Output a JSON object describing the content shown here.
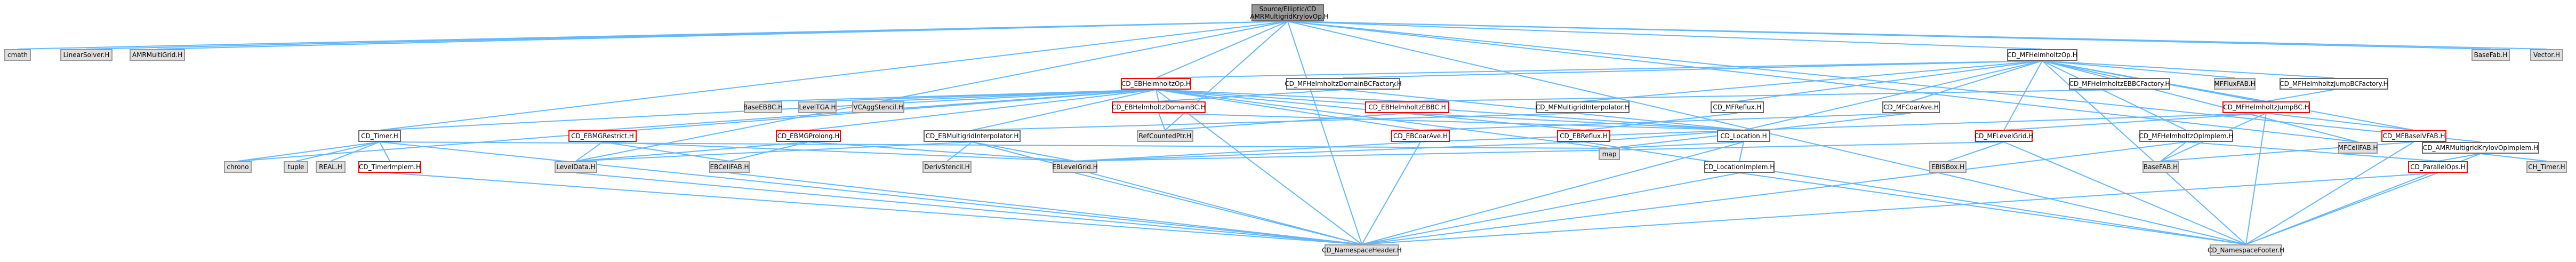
{
  "graph": {
    "colors": {
      "edge": "#63b8ff",
      "root_fill": "#999999",
      "node_fill": "#e0e0e0",
      "node_border": "#999999",
      "cyclic_border": "#ff0000"
    },
    "nodes": [
      {
        "id": "root",
        "label": "Source/Elliptic/CD\n_AMRMultigridKrylovOp.H",
        "kind": "root"
      },
      {
        "id": "cmath",
        "label": "cmath",
        "kind": "external"
      },
      {
        "id": "linearsolver",
        "label": "LinearSolver.H",
        "kind": "external"
      },
      {
        "id": "amrmultigrid",
        "label": "AMRMultiGrid.H",
        "kind": "external"
      },
      {
        "id": "mfhelmholtzop",
        "label": "CD_MFHelmholtzOp.H",
        "kind": "plain"
      },
      {
        "id": "ebhelmholtzop",
        "label": "CD_EBHelmholtzOp.H",
        "kind": "link"
      },
      {
        "id": "mfhelmdomainbcfac",
        "label": "CD_MFHelmholtzDomainBCFactory.H",
        "kind": "plain"
      },
      {
        "id": "mfhelmebbcfac",
        "label": "CD_MFHelmholtzEBBCFactory.H",
        "kind": "plain"
      },
      {
        "id": "mffluxfab",
        "label": "MFFluxFAB.H",
        "kind": "external"
      },
      {
        "id": "mfhelmjumpbcfac",
        "label": "CD_MFHelmholtzJumpBCFactory.H",
        "kind": "plain"
      },
      {
        "id": "basefab",
        "label": "BaseFab.H",
        "kind": "external"
      },
      {
        "id": "vector",
        "label": "Vector.H",
        "kind": "external"
      },
      {
        "id": "baseebbc",
        "label": "BaseEBBC.H",
        "kind": "external"
      },
      {
        "id": "leveltga",
        "label": "LevelTGA.H",
        "kind": "external"
      },
      {
        "id": "vcaggstencil",
        "label": "VCAggStencil.H",
        "kind": "external"
      },
      {
        "id": "ebhelmdomainbc",
        "label": "CD_EBHelmholtzDomainBC.H",
        "kind": "link"
      },
      {
        "id": "ebhelmebbc",
        "label": "CD_EBHelmholtzEBBC.H",
        "kind": "link"
      },
      {
        "id": "mfmultigridinterp",
        "label": "CD_MFMultigridInterpolator.H",
        "kind": "plain"
      },
      {
        "id": "mfreflux",
        "label": "CD_MFReflux.H",
        "kind": "plain"
      },
      {
        "id": "mfcoarave",
        "label": "CD_MFCoarAve.H",
        "kind": "plain"
      },
      {
        "id": "mfhelmjumpbc",
        "label": "CD_MFHelmholtzJumpBC.H",
        "kind": "link"
      },
      {
        "id": "timer",
        "label": "CD_Timer.H",
        "kind": "plain"
      },
      {
        "id": "ebmgrestrict",
        "label": "CD_EBMGRestrict.H",
        "kind": "link"
      },
      {
        "id": "ebmgprolong",
        "label": "CD_EBMGProlong.H",
        "kind": "link"
      },
      {
        "id": "ebmultigridinterp",
        "label": "CD_EBMultigridInterpolator.H",
        "kind": "plain"
      },
      {
        "id": "refcountedptr",
        "label": "RefCountedPtr.H",
        "kind": "external"
      },
      {
        "id": "ebcoarave",
        "label": "CD_EBCoarAve.H",
        "kind": "link"
      },
      {
        "id": "ebreflux",
        "label": "CD_EBReflux.H",
        "kind": "link"
      },
      {
        "id": "location",
        "label": "CD_Location.H",
        "kind": "plain"
      },
      {
        "id": "mflevelgrid",
        "label": "CD_MFLevelGrid.H",
        "kind": "link"
      },
      {
        "id": "mfhelmoptimpl",
        "label": "CD_MFHelmholtzOpImplem.H",
        "kind": "plain"
      },
      {
        "id": "mfbasevfab",
        "label": "CD_MFBaseIVFAB.H",
        "kind": "link"
      },
      {
        "id": "mfcellfab",
        "label": "MFCellFAB.H",
        "kind": "external"
      },
      {
        "id": "amrmgkrylovimpl",
        "label": "CD_AMRMultigridKrylovOpImplem.H",
        "kind": "plain"
      },
      {
        "id": "chrono",
        "label": "chrono",
        "kind": "external"
      },
      {
        "id": "tuple",
        "label": "tuple",
        "kind": "external"
      },
      {
        "id": "realh",
        "label": "REAL.H",
        "kind": "external"
      },
      {
        "id": "timerimpl",
        "label": "CD_TimerImplem.H",
        "kind": "link"
      },
      {
        "id": "leveldata",
        "label": "LevelData.H",
        "kind": "external"
      },
      {
        "id": "ebcellfab",
        "label": "EBCellFAB.H",
        "kind": "external"
      },
      {
        "id": "derivstencil",
        "label": "DerivStencil.H",
        "kind": "external"
      },
      {
        "id": "eblevelgrid",
        "label": "EBLevelGrid.H",
        "kind": "external"
      },
      {
        "id": "map",
        "label": "map",
        "kind": "external"
      },
      {
        "id": "locationimpl",
        "label": "CD_LocationImplem.H",
        "kind": "plain"
      },
      {
        "id": "ebisbox",
        "label": "EBISBox.H",
        "kind": "external"
      },
      {
        "id": "basefabh",
        "label": "BaseFAB.H",
        "kind": "external"
      },
      {
        "id": "parallelops",
        "label": "CD_ParallelOps.H",
        "kind": "link"
      },
      {
        "id": "ch_timer",
        "label": "CH_Timer.H",
        "kind": "external"
      },
      {
        "id": "nsheader",
        "label": "CD_NamespaceHeader.H",
        "kind": "external"
      },
      {
        "id": "nsfooter",
        "label": "CD_NamespaceFooter.H",
        "kind": "external"
      }
    ]
  }
}
